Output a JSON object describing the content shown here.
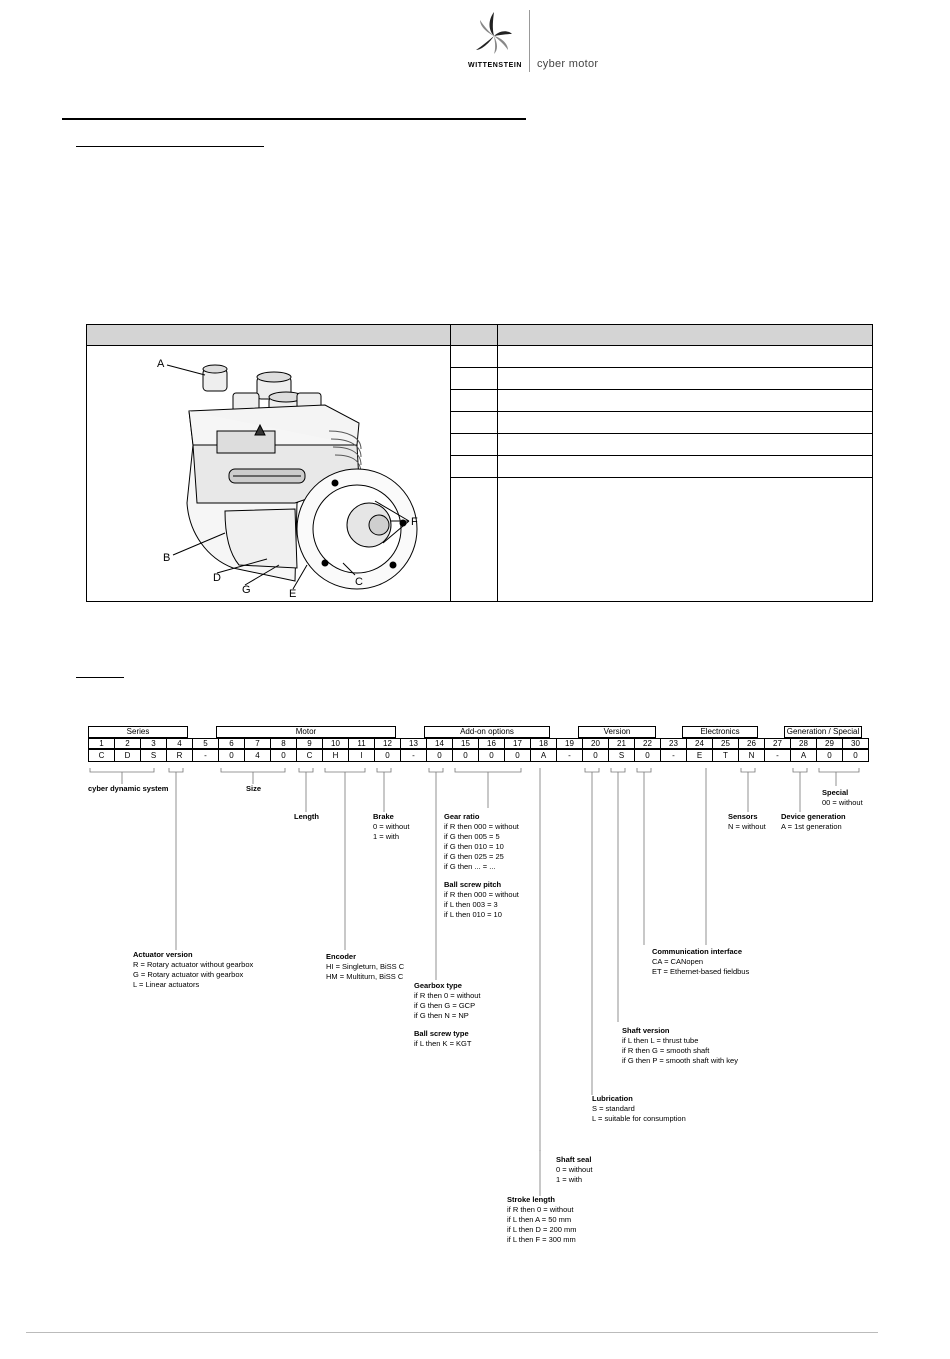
{
  "header": {
    "brand": "WITTENSTEIN",
    "tagline": "cyber motor"
  },
  "product_overview": {
    "image_labels": {
      "A": "A",
      "B": "B",
      "C": "C",
      "D": "D",
      "E": "E",
      "F": "F",
      "G": "G"
    }
  },
  "type_code": {
    "groups": [
      {
        "label": "Series"
      },
      {
        "label": "Motor"
      },
      {
        "label": "Add-on options"
      },
      {
        "label": "Version"
      },
      {
        "label": "Electronics"
      },
      {
        "label": "Generation / Special"
      }
    ],
    "positions": [
      "1",
      "2",
      "3",
      "4",
      "5",
      "6",
      "7",
      "8",
      "9",
      "10",
      "11",
      "12",
      "13",
      "14",
      "15",
      "16",
      "17",
      "18",
      "19",
      "20",
      "21",
      "22",
      "23",
      "24",
      "25",
      "26",
      "27",
      "28",
      "29",
      "30"
    ],
    "values": [
      "C",
      "D",
      "S",
      "R",
      "-",
      "0",
      "4",
      "0",
      "C",
      "H",
      "I",
      "0",
      "-",
      "0",
      "0",
      "0",
      "0",
      "A",
      "-",
      "0",
      "S",
      "0",
      "-",
      "E",
      "T",
      "N",
      "-",
      "A",
      "0",
      "0"
    ],
    "labels": {
      "cds": {
        "title": "cyber dynamic system"
      },
      "size": {
        "title": "Size"
      },
      "length": {
        "title": "Length"
      },
      "brake": {
        "title": "Brake",
        "lines": [
          "0 = without",
          "1 = with"
        ]
      },
      "gear_ratio": {
        "title": "Gear ratio",
        "lines": [
          "if R then 000 = without",
          "if G then 005 = 5",
          "if G then 010 = 10",
          "if G then 025 = 25",
          "if G then ... = ..."
        ]
      },
      "ball_screw_pitch": {
        "title": "Ball screw pitch",
        "lines": [
          "if R then 000 = without",
          "if L then 003 = 3",
          "if L then 010 = 10"
        ]
      },
      "sensors": {
        "title": "Sensors",
        "lines": [
          "N = without"
        ]
      },
      "device_generation": {
        "title": "Device generation",
        "lines": [
          "A = 1st generation"
        ]
      },
      "special": {
        "title": "Special",
        "lines": [
          "00 = without"
        ]
      },
      "actuator_version": {
        "title": "Actuator version",
        "lines": [
          "R = Rotary actuator without gearbox",
          "G = Rotary actuator with gearbox",
          "L = Linear actuators"
        ]
      },
      "encoder": {
        "title": "Encoder",
        "lines": [
          "HI = Singleturn, BiSS C",
          "HM = Multiturn, BiSS C"
        ]
      },
      "communication": {
        "title": "Communication interface",
        "lines": [
          "CA = CANopen",
          "ET = Ethernet-based fieldbus"
        ]
      },
      "gearbox_type": {
        "title": "Gearbox type",
        "lines": [
          "if R then 0 = without",
          "if G then G = GCP",
          "if G then N = NP"
        ]
      },
      "ball_screw_type": {
        "title": "Ball screw type",
        "lines": [
          "if L then K = KGT"
        ]
      },
      "shaft_version": {
        "title": "Shaft version",
        "lines": [
          "if L then L = thrust tube",
          "if R then G = smooth shaft",
          "if G then P = smooth shaft with key"
        ]
      },
      "lubrication": {
        "title": "Lubrication",
        "lines": [
          "S = standard",
          "L = suitable for consumption"
        ]
      },
      "shaft_seal": {
        "title": "Shaft seal",
        "lines": [
          "0 = without",
          "1 = with"
        ]
      },
      "stroke_length": {
        "title": "Stroke length",
        "lines": [
          "if R then 0 = without",
          "if L then A = 50 mm",
          "if L then D = 200 mm",
          "if L then F = 300 mm"
        ]
      }
    }
  }
}
